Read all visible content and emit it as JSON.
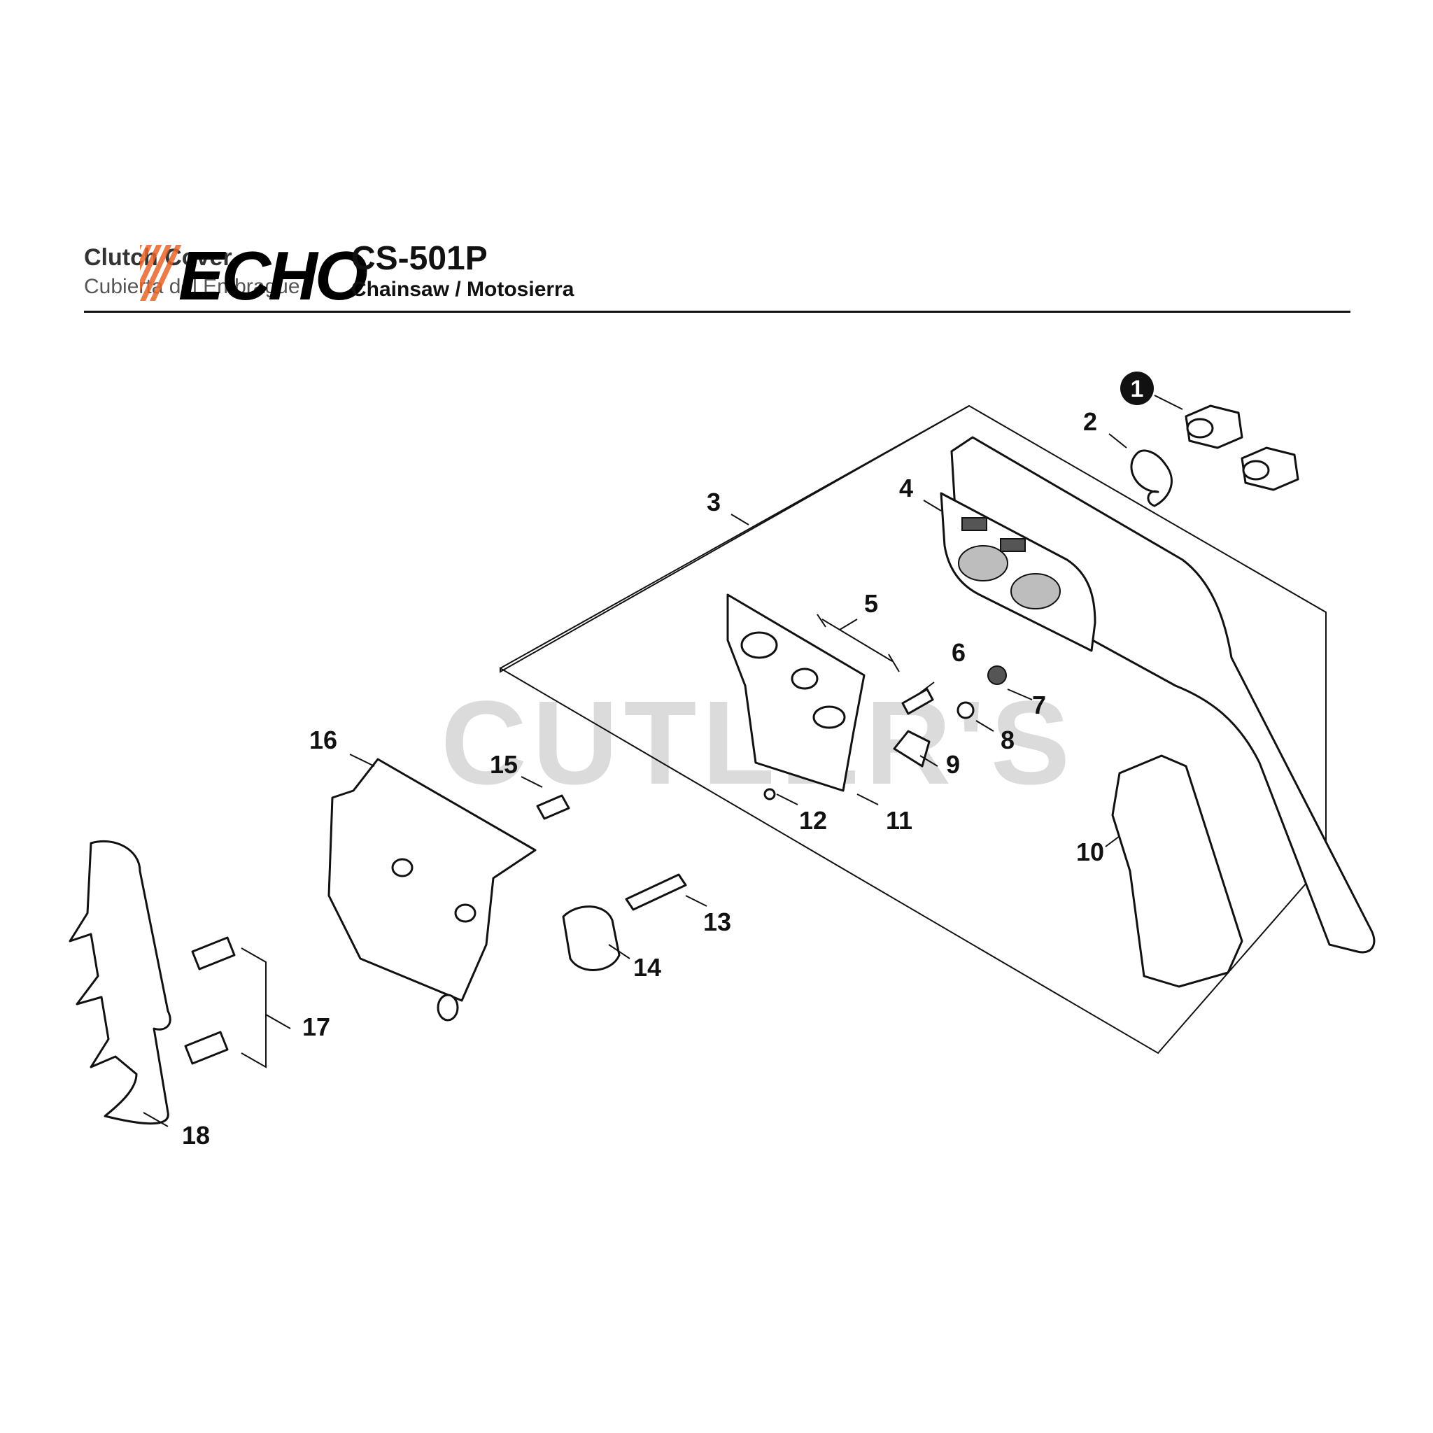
{
  "header": {
    "section_title": "Clutch Cover",
    "section_subtitle": "Cubierta del Embrague",
    "brand": "ECHO",
    "model": "CS-501P",
    "product": "Chainsaw / Motosierra"
  },
  "watermark": "CUTLER'S",
  "callouts": [
    "1",
    "2",
    "3",
    "4",
    "5",
    "6",
    "7",
    "8",
    "9",
    "10",
    "11",
    "12",
    "13",
    "14",
    "15",
    "16",
    "17",
    "18"
  ],
  "colors": {
    "brand_orange": "#e8662a",
    "line": "#111111",
    "watermark": "#cfcfcf"
  }
}
